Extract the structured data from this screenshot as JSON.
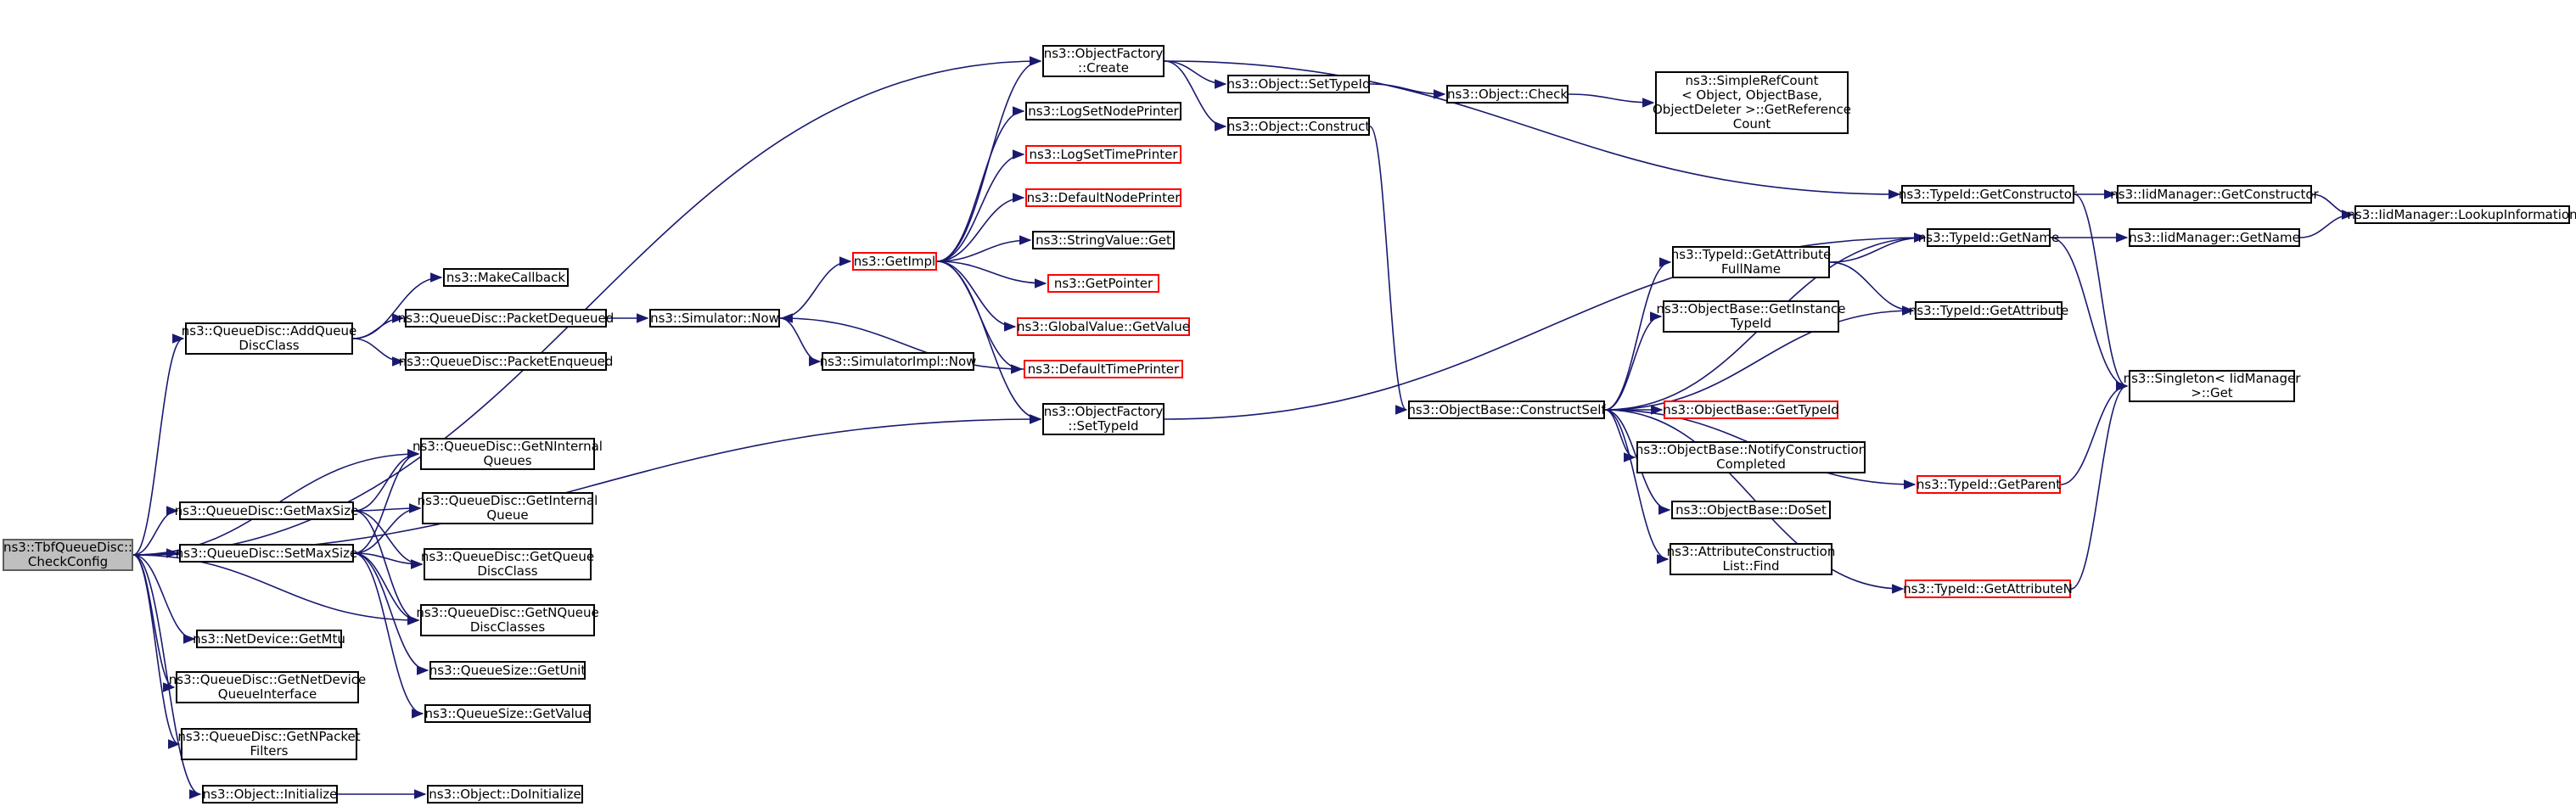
{
  "colors": {
    "edge": "#191970",
    "node_border": "#000000",
    "link_missing": "#ff0000",
    "root_fill": "#bfbfbf"
  },
  "nodes": {
    "root": [
      "ns3::TbfQueueDisc::",
      "CheckConfig"
    ],
    "make_callback": [
      "ns3::MakeCallback"
    ],
    "add_queue_disc_class": [
      "ns3::QueueDisc::AddQueue",
      "DiscClass"
    ],
    "packet_dequeued": [
      "ns3::QueueDisc::PacketDequeued"
    ],
    "packet_enqueued": [
      "ns3::QueueDisc::PacketEnqueued"
    ],
    "simulator_now": [
      "ns3::Simulator::Now"
    ],
    "simulatorimpl_now": [
      "ns3::SimulatorImpl::Now"
    ],
    "get_impl": [
      "ns3::GetImpl"
    ],
    "object_factory_create": [
      "ns3::ObjectFactory",
      "::Create"
    ],
    "log_set_node_printer": [
      "ns3::LogSetNodePrinter"
    ],
    "log_set_time_printer": [
      "ns3::LogSetTimePrinter"
    ],
    "default_node_printer": [
      "ns3::DefaultNodePrinter"
    ],
    "string_value_get": [
      "ns3::StringValue::Get"
    ],
    "get_pointer": [
      "ns3::GetPointer"
    ],
    "global_value_get_value": [
      "ns3::GlobalValue::GetValue"
    ],
    "default_time_printer": [
      "ns3::DefaultTimePrinter"
    ],
    "object_factory_set_type_id": [
      "ns3::ObjectFactory",
      "::SetTypeId"
    ],
    "object_set_type_id": [
      "ns3::Object::SetTypeId"
    ],
    "object_construct": [
      "ns3::Object::Construct"
    ],
    "object_check": [
      "ns3::Object::Check"
    ],
    "simple_ref_count": [
      "ns3::SimpleRefCount",
      "< Object, ObjectBase,",
      "ObjectDeleter >::GetReference",
      "Count"
    ],
    "get_n_internal_queues": [
      "ns3::QueueDisc::GetNInternal",
      "Queues"
    ],
    "get_max_size": [
      "ns3::QueueDisc::GetMaxSize"
    ],
    "set_max_size": [
      "ns3::QueueDisc::SetMaxSize"
    ],
    "get_internal_queue": [
      "ns3::QueueDisc::GetInternal",
      "Queue"
    ],
    "get_queue_disc_class": [
      "ns3::QueueDisc::GetQueue",
      "DiscClass"
    ],
    "get_n_queue_disc_classes": [
      "ns3::QueueDisc::GetNQueue",
      "DiscClasses"
    ],
    "queue_size_get_unit": [
      "ns3::QueueSize::GetUnit"
    ],
    "queue_size_get_value": [
      "ns3::QueueSize::GetValue"
    ],
    "net_device_get_mtu": [
      "ns3::NetDevice::GetMtu"
    ],
    "get_net_device_queue_interface": [
      "ns3::QueueDisc::GetNetDevice",
      "QueueInterface"
    ],
    "get_n_packet_filters": [
      "ns3::QueueDisc::GetNPacket",
      "Filters"
    ],
    "object_initialize": [
      "ns3::Object::Initialize"
    ],
    "object_do_initialize": [
      "ns3::Object::DoInitialize"
    ],
    "construct_self": [
      "ns3::ObjectBase::ConstructSelf"
    ],
    "get_attribute_full_name": [
      "ns3::TypeId::GetAttribute",
      "FullName"
    ],
    "get_instance_type_id": [
      "ns3::ObjectBase::GetInstance",
      "TypeId"
    ],
    "object_base_get_type_id": [
      "ns3::ObjectBase::GetTypeId"
    ],
    "notify_construction_completed": [
      "ns3::ObjectBase::NotifyConstruction",
      "Completed"
    ],
    "object_base_do_set": [
      "ns3::ObjectBase::DoSet"
    ],
    "attribute_construction_list_find": [
      "ns3::AttributeConstruction",
      "List::Find"
    ],
    "type_id_get_constructor": [
      "ns3::TypeId::GetConstructor"
    ],
    "type_id_get_name": [
      "ns3::TypeId::GetName"
    ],
    "type_id_get_attribute": [
      "ns3::TypeId::GetAttribute"
    ],
    "type_id_get_parent": [
      "ns3::TypeId::GetParent"
    ],
    "type_id_get_attribute_n": [
      "ns3::TypeId::GetAttributeN"
    ],
    "iid_manager_get_constructor": [
      "ns3::IidManager::GetConstructor"
    ],
    "iid_manager_get_name": [
      "ns3::IidManager::GetName"
    ],
    "iid_manager_lookup_information": [
      "ns3::IidManager::LookupInformation"
    ],
    "singleton_get": [
      "ns3::Singleton< IidManager",
      ">::Get"
    ]
  }
}
